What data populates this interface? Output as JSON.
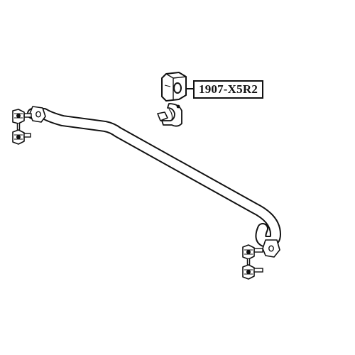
{
  "callout": {
    "part_number": "1907-X5R2"
  },
  "parts": [
    {
      "name": "stabilizer-bushing",
      "highlighted": true
    },
    {
      "name": "bushing-mounting-bracket",
      "highlighted": false
    },
    {
      "name": "stabilizer-bar",
      "highlighted": false
    },
    {
      "name": "stabilizer-link-left",
      "highlighted": false
    },
    {
      "name": "stabilizer-link-right",
      "highlighted": false
    }
  ],
  "colors": {
    "line": "#111111",
    "background": "#ffffff",
    "fill": "#ffffff"
  }
}
